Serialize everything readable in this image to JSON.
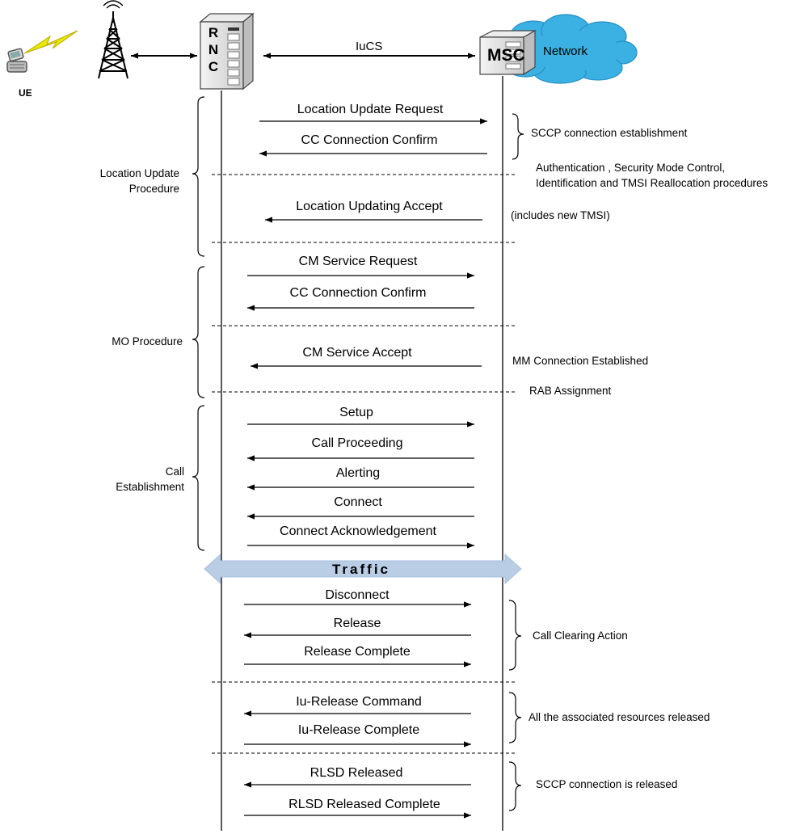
{
  "header": {
    "ue": "UE",
    "rnc": [
      "R",
      "N",
      "C"
    ],
    "iucs": "IuCS",
    "msc": "MSC",
    "network": "Network"
  },
  "messages": [
    {
      "text": "Location Update Request",
      "dir": "right"
    },
    {
      "text": "CC Connection Confirm",
      "dir": "left"
    },
    {
      "text": "Location Updating Accept",
      "dir": "left"
    },
    {
      "text": "CM Service Request",
      "dir": "right"
    },
    {
      "text": "CC Connection Confirm",
      "dir": "left"
    },
    {
      "text": "CM  Service Accept",
      "dir": "left"
    },
    {
      "text": "Setup",
      "dir": "right"
    },
    {
      "text": "Call Proceeding",
      "dir": "left"
    },
    {
      "text": "Alerting",
      "dir": "left"
    },
    {
      "text": "Connect",
      "dir": "left"
    },
    {
      "text": "Connect Acknowledgement",
      "dir": "right"
    },
    {
      "text": "Disconnect",
      "dir": "right"
    },
    {
      "text": "Release",
      "dir": "left"
    },
    {
      "text": "Release Complete",
      "dir": "right"
    },
    {
      "text": "Iu-Release Command",
      "dir": "left"
    },
    {
      "text": "Iu-Release Complete",
      "dir": "right"
    },
    {
      "text": "RLSD Released",
      "dir": "left"
    },
    {
      "text": "RLSD Released  Complete",
      "dir": "right"
    }
  ],
  "procedures": {
    "location_update": [
      "Location Update",
      "Procedure"
    ],
    "mo": "MO Procedure",
    "call_establishment": [
      "Call",
      "Establishment"
    ]
  },
  "notes": {
    "sccp_establishment": "SCCP connection  establishment",
    "auth_line1": "Authentication , Security Mode Control,",
    "auth_line2": "Identification and TMSI Reallocation procedures",
    "new_tmsi": "(includes new TMSI)",
    "mm_connection": "MM Connection Established",
    "rab_assignment": "RAB Assignment",
    "call_clearing": "Call Clearing Action",
    "resources_released": "All the associated resources released",
    "sccp_released": "SCCP connection is released"
  },
  "traffic": "Traffic",
  "colors": {
    "cloud": "#3bb0e3",
    "traffic_arrow": "#b9cde5",
    "lightning": "#e8e800"
  }
}
